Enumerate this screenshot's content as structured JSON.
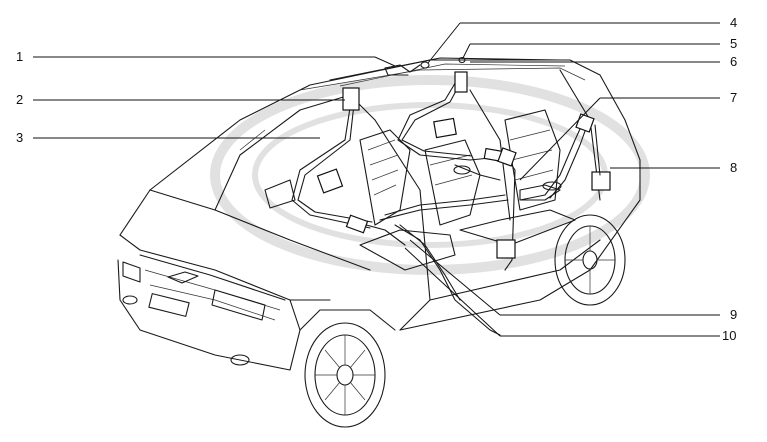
{
  "callouts": [
    {
      "id": "1",
      "label": "1"
    },
    {
      "id": "2",
      "label": "2"
    },
    {
      "id": "3",
      "label": "3"
    },
    {
      "id": "4",
      "label": "4"
    },
    {
      "id": "5",
      "label": "5"
    },
    {
      "id": "6",
      "label": "6"
    },
    {
      "id": "7",
      "label": "7"
    },
    {
      "id": "8",
      "label": "8"
    },
    {
      "id": "9",
      "label": "9"
    },
    {
      "id": "10",
      "label": "10"
    }
  ],
  "watermark": {
    "colors": {
      "stroke": "#c9c9c9"
    }
  }
}
